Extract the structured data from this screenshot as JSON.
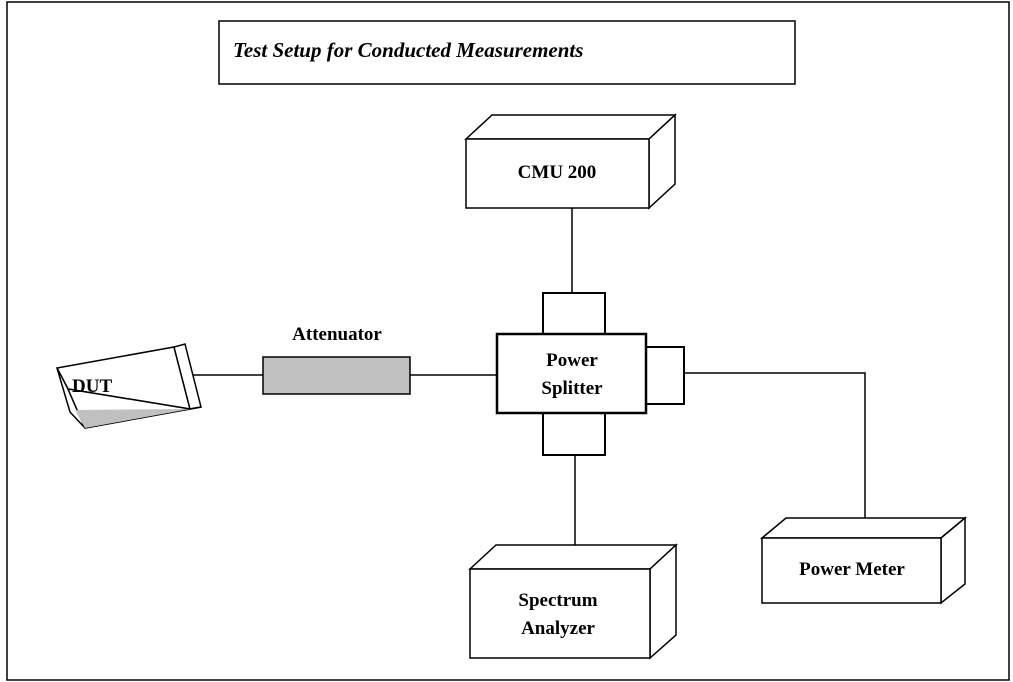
{
  "title": "Test Setup for Conducted Measurements",
  "nodes": {
    "cmu": "CMU 200",
    "dut": "DUT",
    "attenuator": "Attenuator",
    "splitter_line1": "Power",
    "splitter_line2": "Splitter",
    "spectrum_line1": "Spectrum",
    "spectrum_line2": "Analyzer",
    "power_meter": "Power Meter"
  },
  "colors": {
    "line": "#000000",
    "attenuator_fill": "#c0c0c0",
    "dut_bottom_fill": "#c0c0c0",
    "background": "#ffffff"
  }
}
